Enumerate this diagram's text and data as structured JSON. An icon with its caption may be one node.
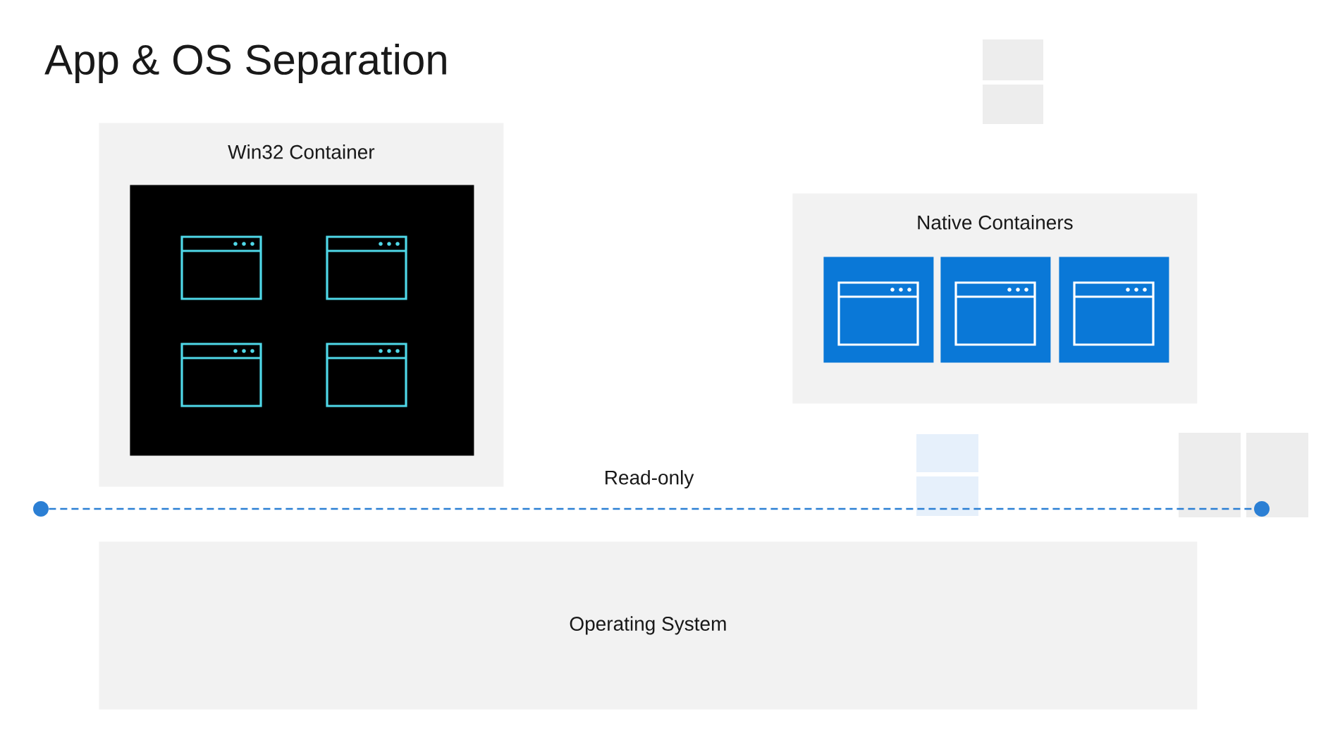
{
  "diagram": {
    "title": "App & OS Separation",
    "nodes": [
      {
        "text": [
          "Win32 Container"
        ]
      },
      {
        "text": [],
        "shape": "box",
        "in": 0
      },
      {
        "text": [
          "Native Containers"
        ]
      },
      {
        "text": [],
        "shape": "box",
        "in": 2
      },
      {
        "text": [],
        "shape": "box",
        "in": 2
      },
      {
        "text": [],
        "shape": "box",
        "in": 2
      },
      {
        "text": [],
        "shape": "circle"
      },
      {
        "text": [],
        "shape": "circle"
      },
      {
        "text": [
          "Operating System"
        ]
      }
    ],
    "edges": [
      {
        "from": 6,
        "to": 7,
        "arrow": "none",
        "label": "Read-only",
        "style": "dashed"
      }
    ]
  }
}
